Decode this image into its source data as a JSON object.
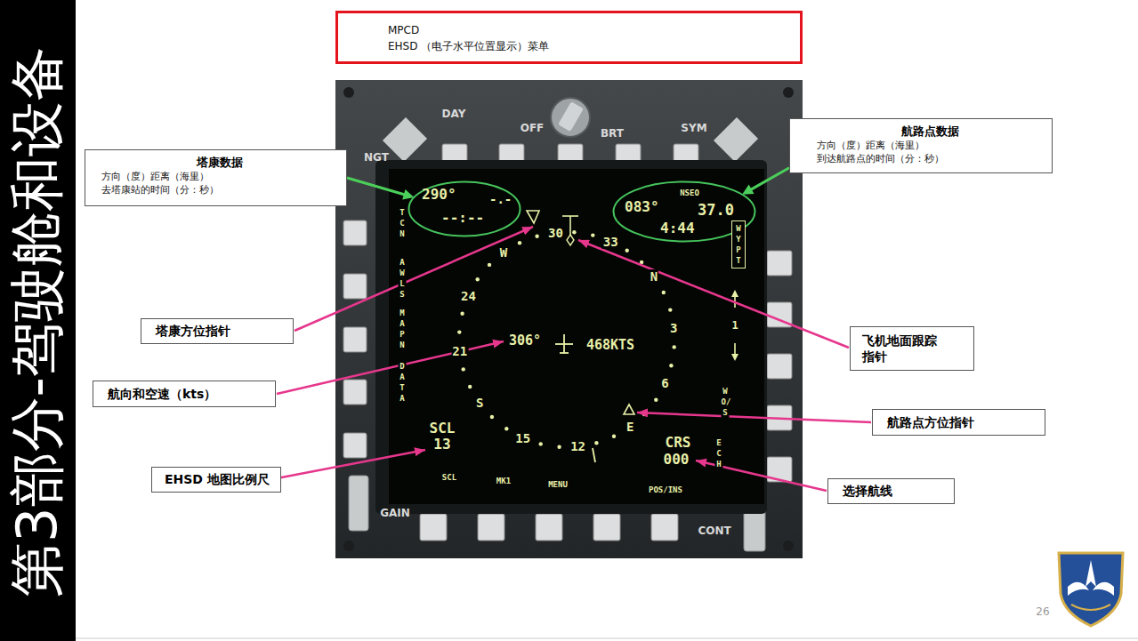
{
  "diagram": {
    "title": "第3部分-驾驶舱和设备",
    "nodes": [
      {
        "text": [
          "MPCD",
          "EHSD （电子水平位置显示）菜单"
        ]
      },
      {
        "text": [
          "塔康数据",
          "方向（度）距离（海里） 去塔康站的时间（分：秒）"
        ]
      },
      {
        "text": [
          "290°",
          "-.-",
          "--:--"
        ]
      },
      {
        "text": [
          "航路点数据",
          "方向（度）距离（海里） 到达航路点的时间（分：秒）"
        ]
      },
      {
        "text": [
          "083°",
          "37.0",
          "4:44"
        ]
      },
      {
        "text": [
          "WYPT"
        ]
      },
      {
        "text": [
          "塔康方位指针"
        ]
      },
      {
        "text": [
          "飞机地面跟踪指针"
        ]
      },
      {
        "text": [
          "航向和空速（kts）"
        ]
      },
      {
        "text": [
          "航路点方位指针"
        ]
      },
      {
        "text": [
          "EHSD 地图比例尺"
        ]
      },
      {
        "text": [
          "选择航线"
        ]
      }
    ],
    "edges": [
      {
        "from": 1,
        "to": 2,
        "arrow": "to"
      },
      {
        "from": 3,
        "to": 4,
        "arrow": "to"
      }
    ],
    "labels": [
      "DAY",
      "OFF",
      "BRT",
      "SYM",
      "NGT",
      "NSEO",
      "TCN",
      "AWLS",
      "MAPN",
      "DATA",
      "30",
      "33",
      "W",
      "N",
      "24",
      "3",
      "21",
      "6",
      "S",
      "E",
      "15",
      "12",
      "306°",
      "468KTS",
      "1",
      "WO/S",
      "ECH",
      "SCL",
      "13",
      "CRS",
      "000",
      "SCL",
      "MK1",
      "MENU",
      "POS/INS",
      "GAIN",
      "CONT",
      "26"
    ]
  }
}
